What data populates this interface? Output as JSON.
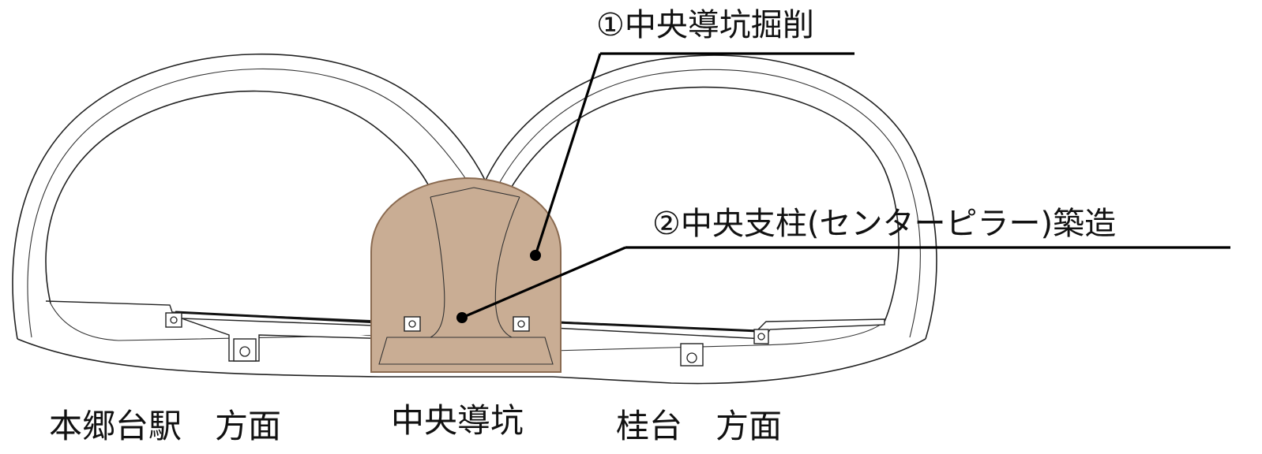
{
  "callouts": {
    "step1": "①中央導坑掘削",
    "step2": "②中央支柱(センターピラー)築造"
  },
  "captions": {
    "left": "本郷台駅　方面",
    "center": "中央導坑",
    "right": "桂台　方面"
  },
  "colors": {
    "pilot_tunnel_fill": "#c9ad94",
    "pilot_tunnel_stroke": "#8a6a50",
    "line": "#222222",
    "background": "#ffffff"
  }
}
